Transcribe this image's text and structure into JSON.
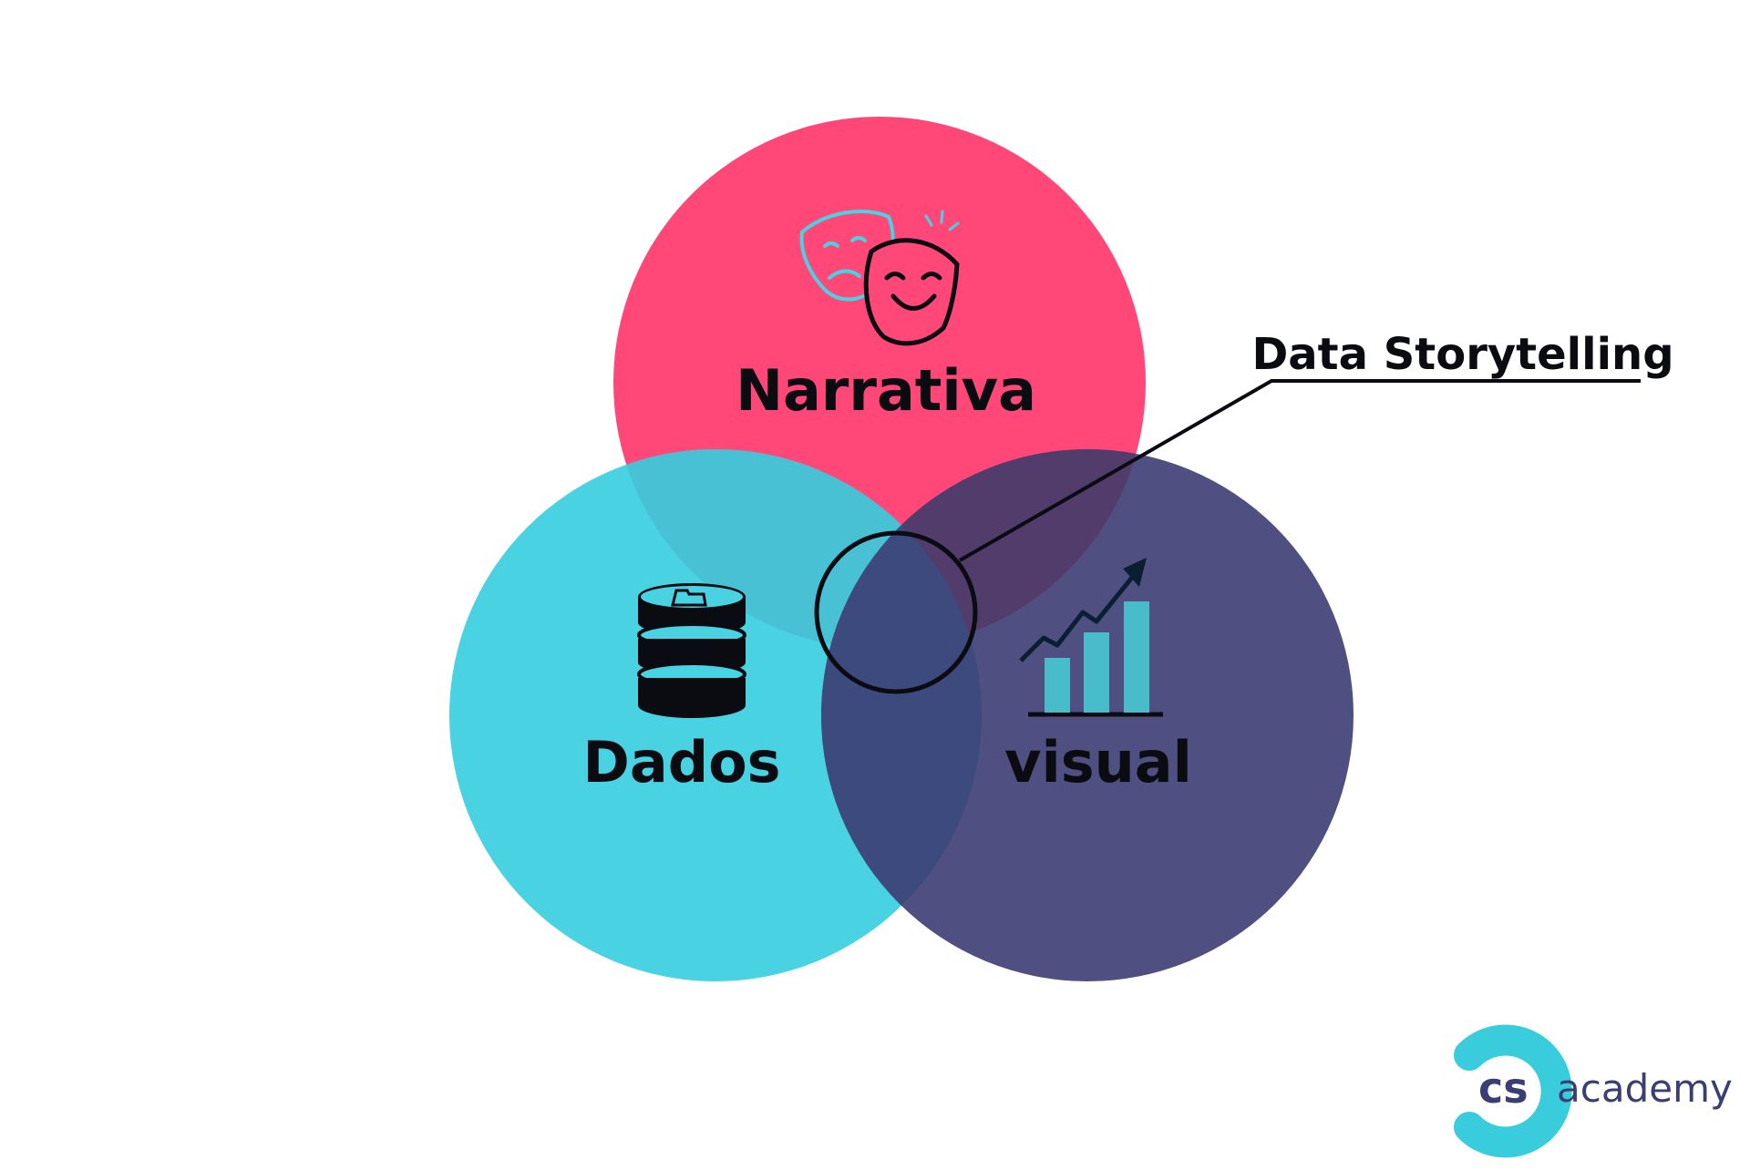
{
  "colors": {
    "narrativa": "#FF4778",
    "dados": "#48D2E2",
    "visual": "#4F5081",
    "overlap_narrativa_dados": "#47C1D3",
    "overlap_narrativa_visual": "#523C6B",
    "overlap_dados_visual": "#3C4A7E",
    "text": "#0B0B12",
    "logo_cyan": "#39CCDC",
    "logo_navy": "#3A3E73"
  },
  "circles": {
    "narrativa": {
      "label": "Narrativa",
      "icon": "theater-masks-icon"
    },
    "dados": {
      "label": "Dados",
      "icon": "database-icon"
    },
    "visual": {
      "label": "visual",
      "icon": "growth-chart-icon"
    }
  },
  "callout": {
    "label": "Data Storytelling"
  },
  "logo": {
    "mark": "cs",
    "name": "academy"
  }
}
